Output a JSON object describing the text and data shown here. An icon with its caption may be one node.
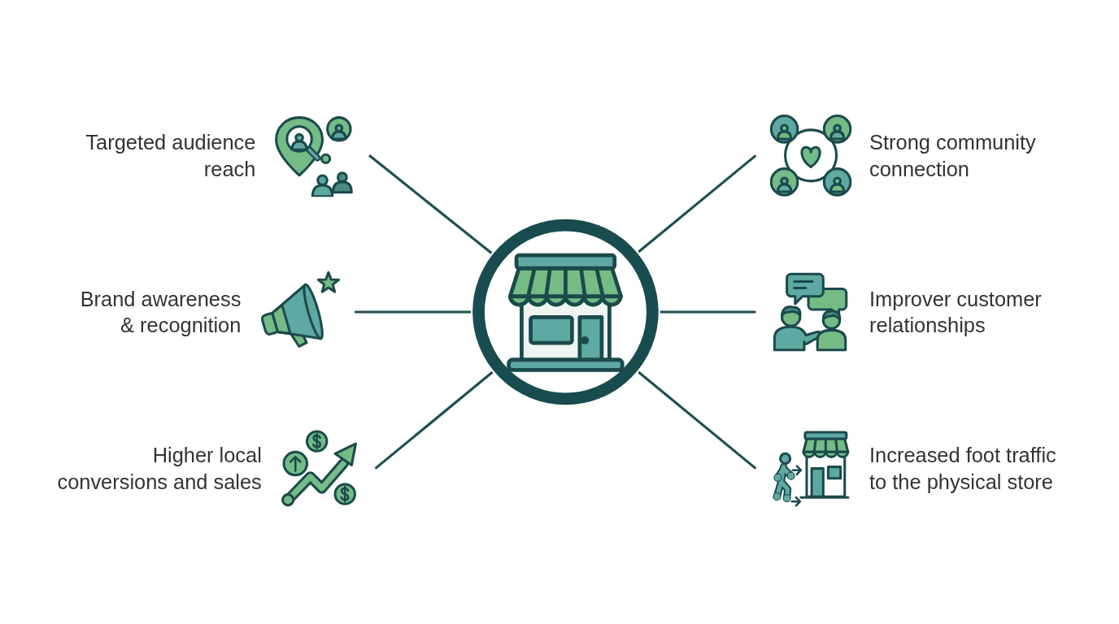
{
  "diagram": {
    "nodes": [
      {
        "text": [],
        "shape": "circle"
      },
      {
        "text": [
          "Targeted audience reach"
        ]
      },
      {
        "text": [
          "Strong community connection"
        ]
      },
      {
        "text": [
          "Brand awareness & recognition"
        ]
      },
      {
        "text": [
          "Improver customer relationships"
        ]
      },
      {
        "text": [
          "Higher local conversions and sales"
        ]
      },
      {
        "text": [
          "Increased foot traffic to the physical store"
        ]
      }
    ],
    "edges": [
      {
        "from": 1,
        "to": 0,
        "arrow": "none"
      },
      {
        "from": 0,
        "to": 2,
        "arrow": "none"
      },
      {
        "from": 3,
        "to": 0,
        "arrow": "none"
      },
      {
        "from": 0,
        "to": 4,
        "arrow": "none"
      },
      {
        "from": 5,
        "to": 0,
        "arrow": "none"
      },
      {
        "from": 0,
        "to": 6,
        "arrow": "none"
      }
    ]
  }
}
